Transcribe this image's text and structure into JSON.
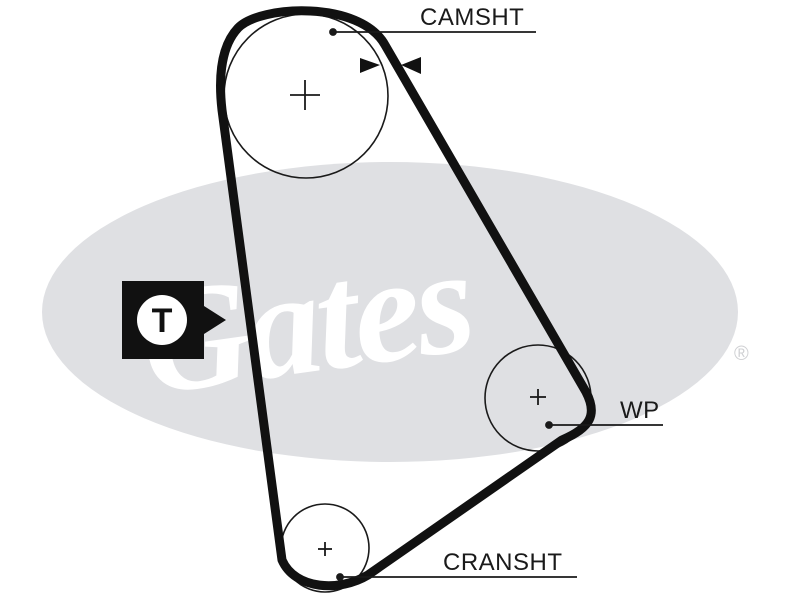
{
  "brand": {
    "logo_text": "Gates",
    "registered_mark": "®",
    "watermark_color": "#dfe0e3"
  },
  "pulleys": {
    "camshaft": {
      "label": "CAMSHT"
    },
    "water_pump": {
      "label": "WP"
    },
    "crankshaft": {
      "label": "CRANSHT"
    }
  },
  "tensioner": {
    "badge_letter": "T"
  },
  "colors": {
    "belt": "#111111",
    "lines": "#1a1a1a",
    "background": "#ffffff"
  }
}
